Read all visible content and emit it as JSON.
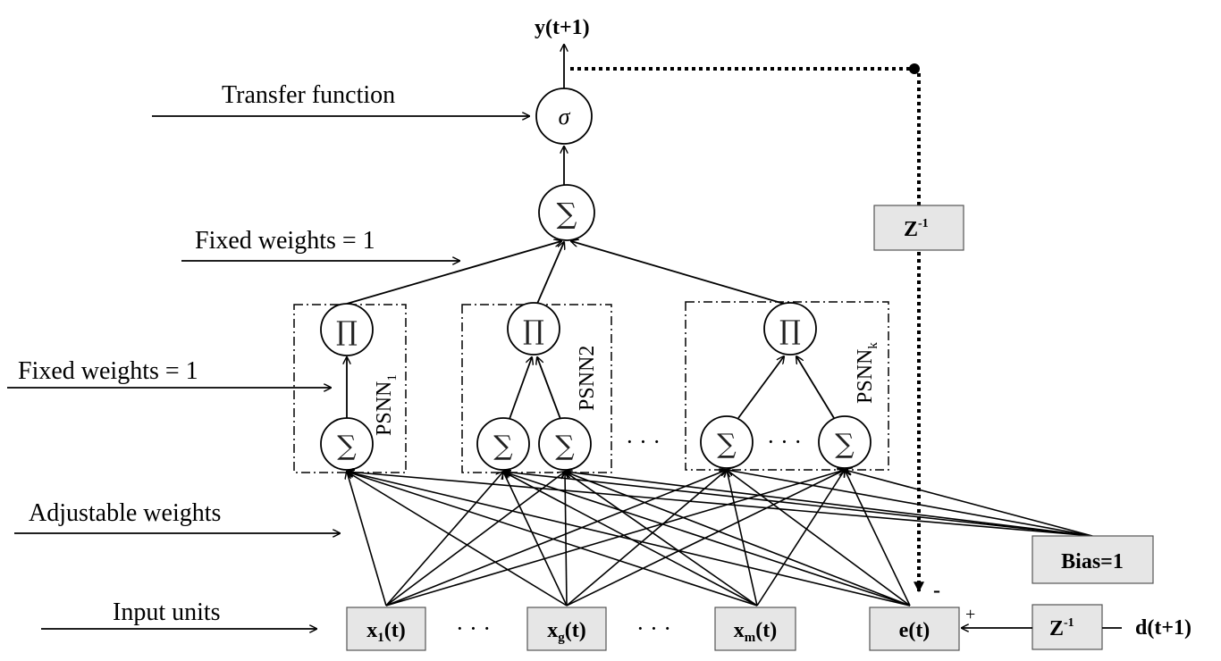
{
  "output_label": "y(t+1)",
  "side_labels": {
    "transfer": "Transfer function",
    "fixed_top": "Fixed weights = 1",
    "fixed_mid": "Fixed weights = 1",
    "adjustable": "Adjustable weights",
    "input_units": "Input units"
  },
  "sigma_symbol": "σ",
  "sum_symbol": "∑",
  "prod_symbol": "∏",
  "modules": [
    {
      "label": "PSNN",
      "sub": "1"
    },
    {
      "label": "PSNN2",
      "sub": ""
    },
    {
      "label": "PSNN",
      "sub": "k"
    }
  ],
  "inputs": [
    {
      "main": "x",
      "sub": "1",
      "suffix": "(t)"
    },
    {
      "main": "x",
      "sub": "g",
      "suffix": "(t)"
    },
    {
      "main": "x",
      "sub": "m",
      "suffix": "(t)"
    }
  ],
  "error_box": "e(t)",
  "bias_box": "Bias=1",
  "delay_box": {
    "main": "Z",
    "sup": "-1"
  },
  "target_label": "d(t+1)",
  "ellipsis": "· · ·",
  "minus_sign": "-",
  "plus_sign": "+"
}
